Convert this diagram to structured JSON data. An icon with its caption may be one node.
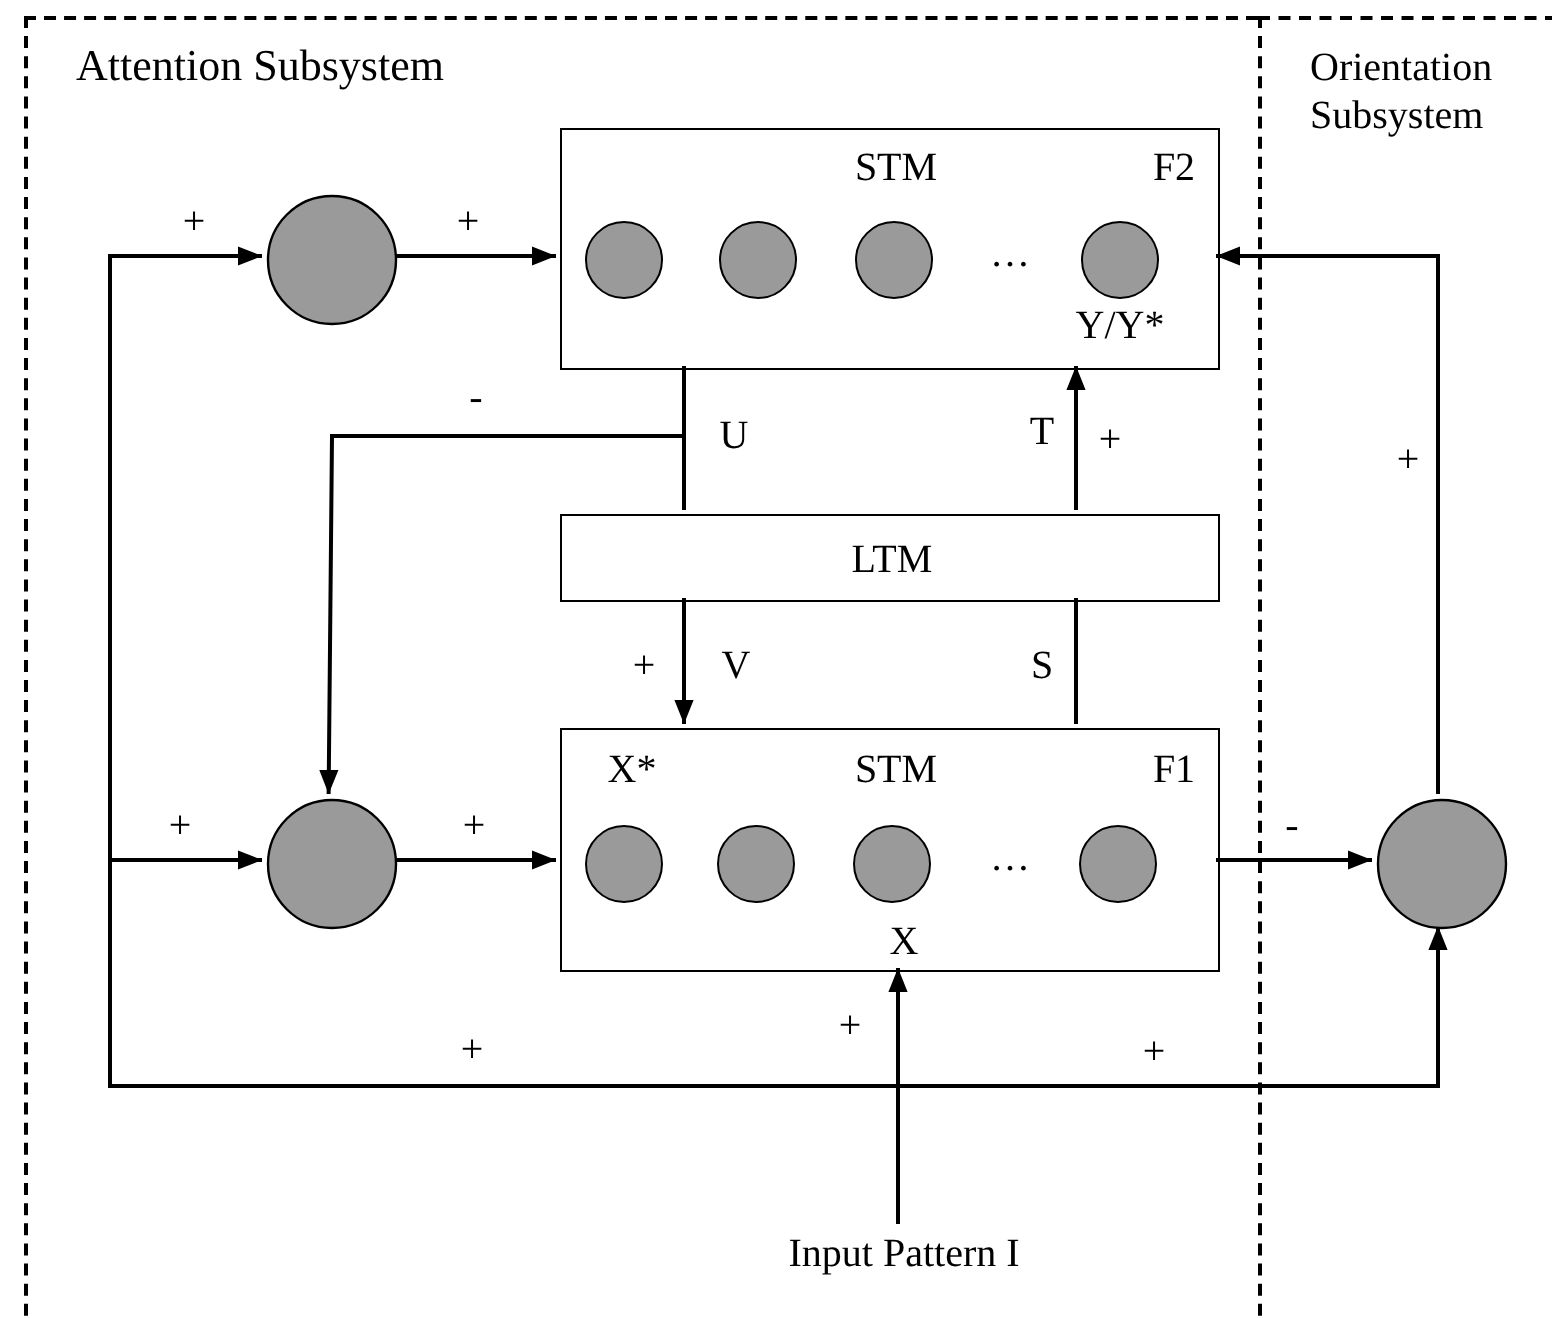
{
  "diagram": {
    "nodes": [
      {
        "text": [
          "Attention Subsystem"
        ]
      },
      {
        "text": [
          "Orientation Subsystem"
        ]
      },
      {
        "text": [],
        "shape": "circle",
        "in": 0
      },
      {
        "text": [
          "STM",
          "F2",
          "…",
          "Y/Y*"
        ],
        "in": 0
      },
      {
        "text": [
          "LTM"
        ],
        "in": 0
      },
      {
        "text": [
          "X*",
          "STM",
          "F1",
          "…",
          "X"
        ],
        "in": 0
      },
      {
        "text": [],
        "shape": "circle",
        "in": 0
      },
      {
        "text": [],
        "shape": "circle",
        "in": 1
      },
      {
        "text": [
          "Input Pattern I"
        ],
        "in": 0
      }
    ],
    "edges": [
      {
        "from": 8,
        "to": 5,
        "arrow": "to",
        "label": "+"
      },
      {
        "from": 8,
        "to": 2,
        "arrow": "to",
        "label": "+"
      },
      {
        "from": 8,
        "to": 6,
        "arrow": "to",
        "label": "+"
      },
      {
        "from": 8,
        "to": 7,
        "arrow": "to",
        "label": "+"
      },
      {
        "from": 2,
        "to": 3,
        "arrow": "to",
        "label": "+"
      },
      {
        "from": 6,
        "to": 5,
        "arrow": "to",
        "label": "+"
      },
      {
        "from": 3,
        "to": 4,
        "arrow": "none",
        "label": "U"
      },
      {
        "from": 3,
        "to": 6,
        "arrow": "to",
        "label": "-"
      },
      {
        "from": 4,
        "to": 3,
        "arrow": "to",
        "label": "T"
      },
      {
        "from": 4,
        "to": 5,
        "arrow": "to",
        "label": "V"
      },
      {
        "from": 5,
        "to": 4,
        "arrow": "none",
        "label": "S"
      },
      {
        "from": 5,
        "to": 7,
        "arrow": "to",
        "label": "-"
      },
      {
        "from": 7,
        "to": 3,
        "arrow": "to",
        "label": "+"
      }
    ],
    "labels": [
      "+",
      "+",
      "+"
    ]
  }
}
